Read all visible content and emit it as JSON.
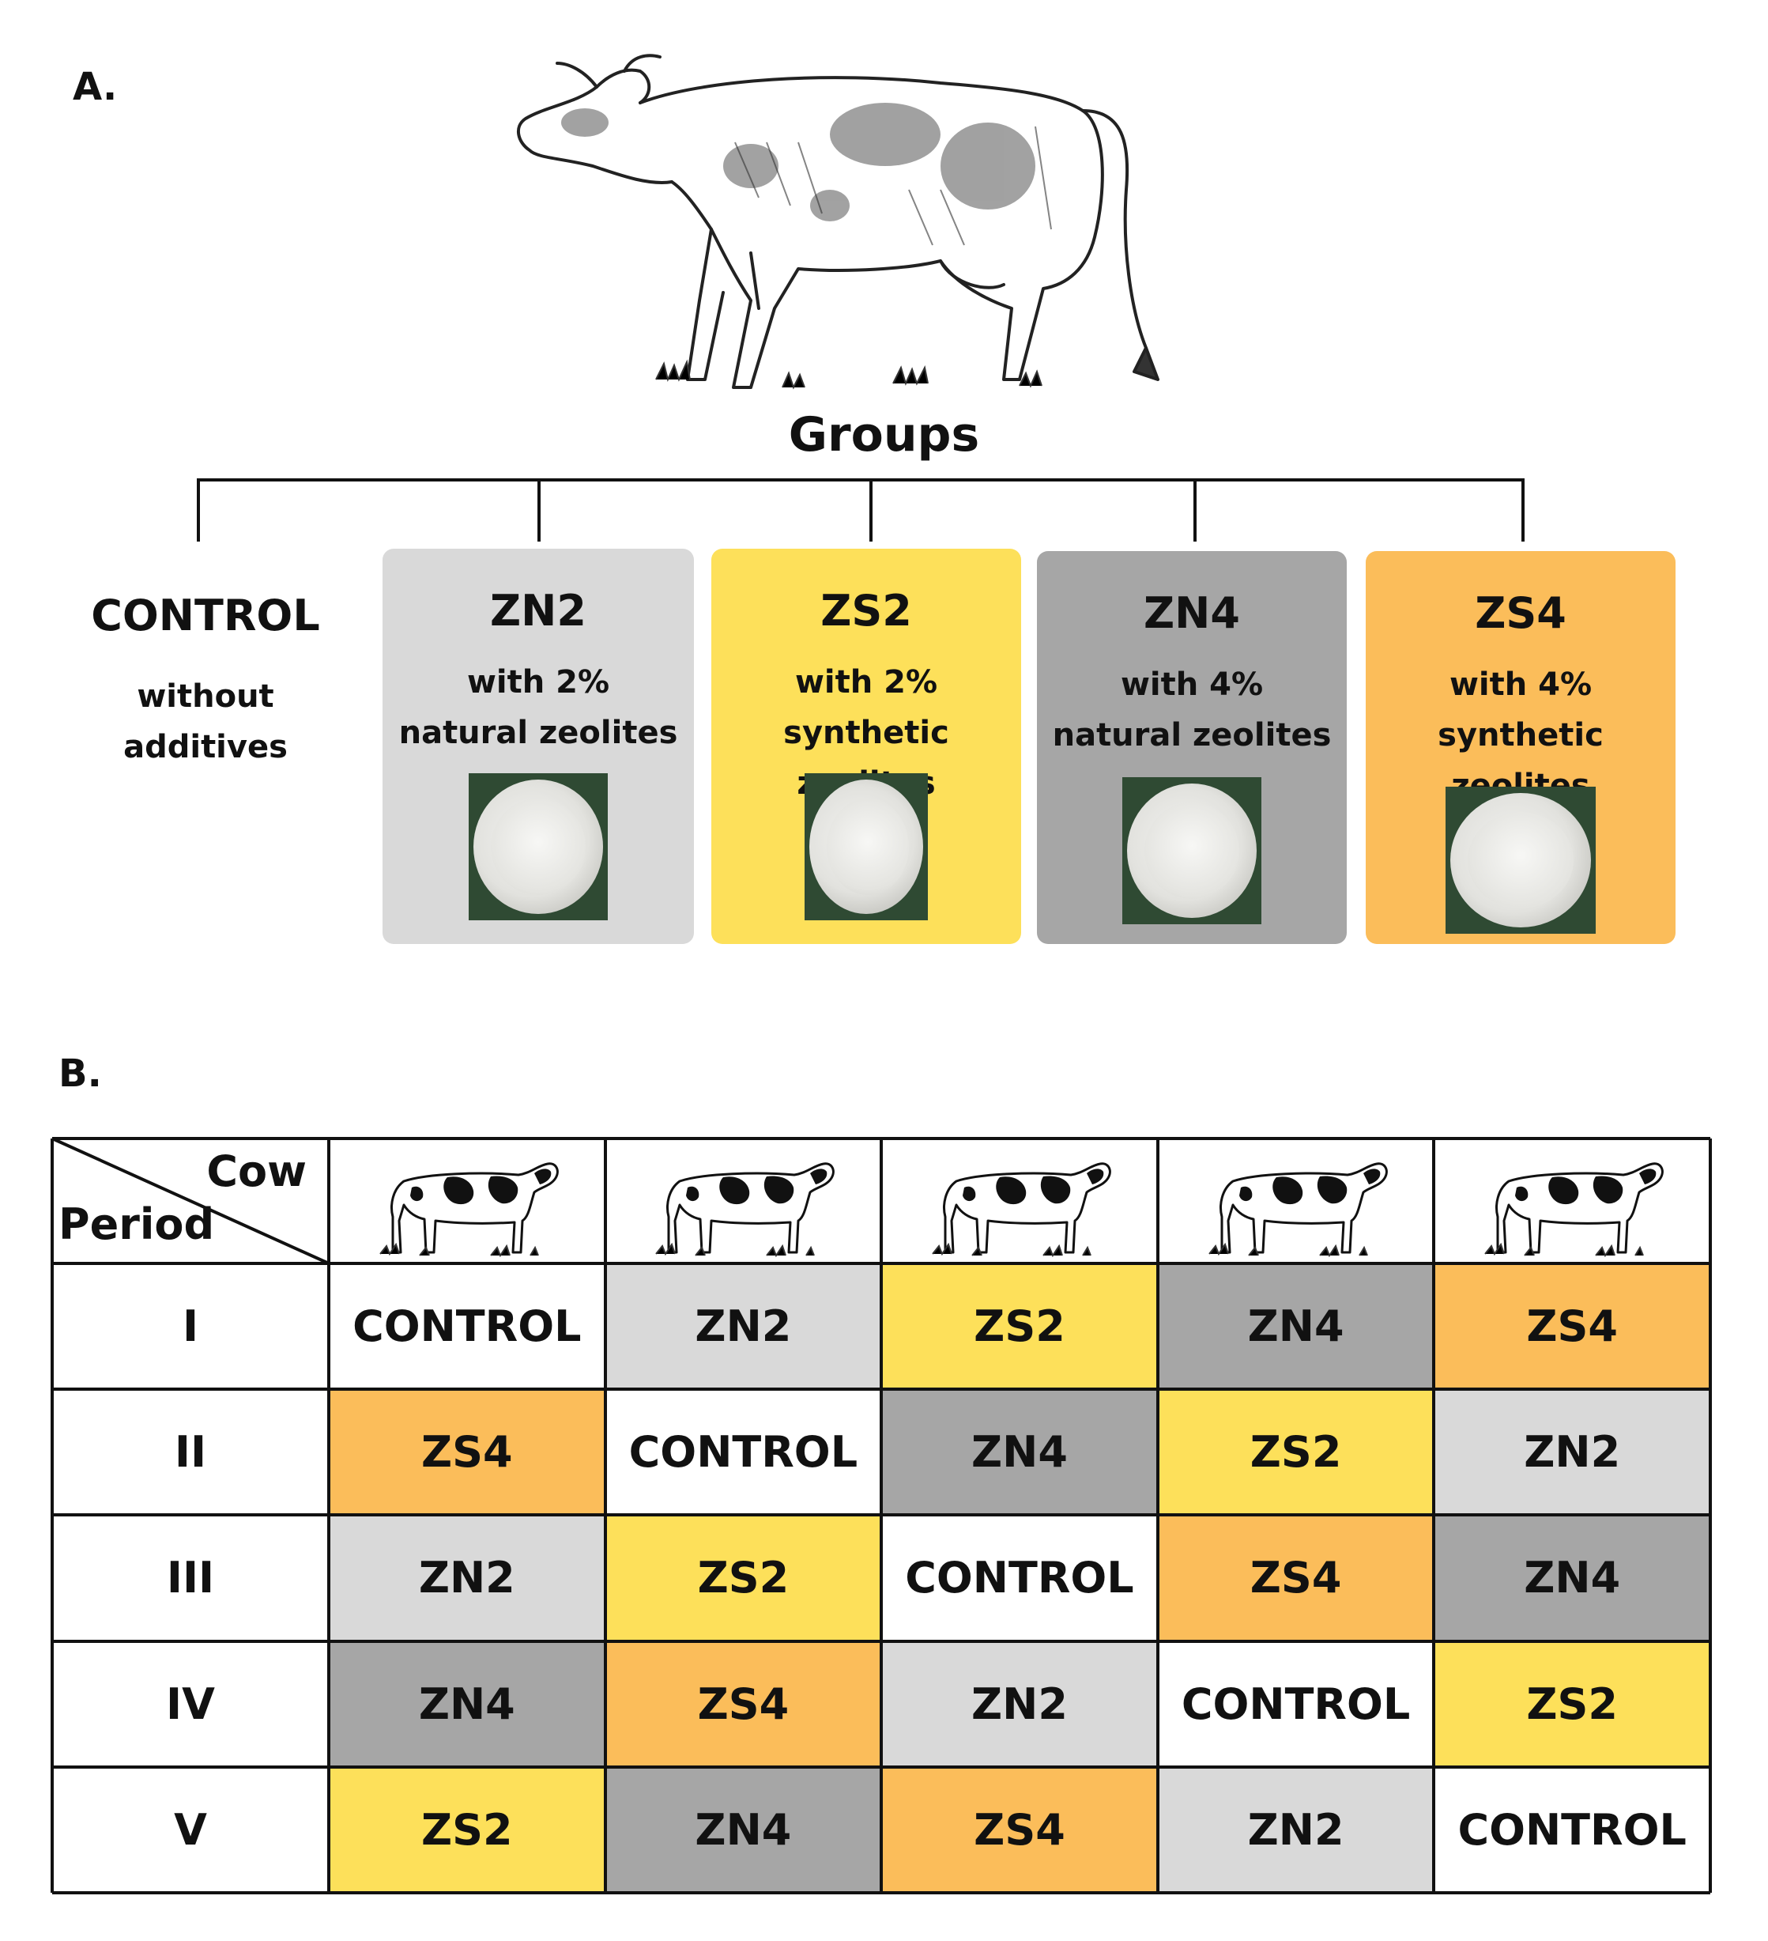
{
  "panel_a": {
    "label": "A.",
    "groups_title": "Groups",
    "groups": [
      {
        "code": "CONTROL",
        "desc": "without additives",
        "color": "#ffffff",
        "has_sample": false
      },
      {
        "code": "ZN2",
        "desc": "with 2%\nnatural zeolites",
        "color": "#d9d9d9",
        "has_sample": true
      },
      {
        "code": "ZS2",
        "desc": "with 2%  synthetic\nzeolites",
        "color": "#fde05a",
        "has_sample": true
      },
      {
        "code": "ZN4",
        "desc": "with 4%\nnatural zeolites",
        "color": "#a6a6a6",
        "has_sample": true
      },
      {
        "code": "ZS4",
        "desc": "with 4%  synthetic\nzeolites",
        "color": "#fbbd5a",
        "has_sample": true
      }
    ]
  },
  "panel_b": {
    "label": "B.",
    "corner": {
      "col_label": "Cow",
      "row_label": "Period"
    },
    "periods": [
      "I",
      "II",
      "III",
      "IV",
      "V"
    ],
    "cow_count": 5,
    "colors": {
      "CONTROL": "#ffffff",
      "ZN2": "#d9d9d9",
      "ZS2": "#fde05a",
      "ZN4": "#a6a6a6",
      "ZS4": "#fbbd5a"
    },
    "assignments": [
      [
        "CONTROL",
        "ZN2",
        "ZS2",
        "ZN4",
        "ZS4"
      ],
      [
        "ZS4",
        "CONTROL",
        "ZN4",
        "ZS2",
        "ZN2"
      ],
      [
        "ZN2",
        "ZS2",
        "CONTROL",
        "ZS4",
        "ZN4"
      ],
      [
        "ZN4",
        "ZS4",
        "ZN2",
        "CONTROL",
        "ZS2"
      ],
      [
        "ZS2",
        "ZN4",
        "ZS4",
        "ZN2",
        "CONTROL"
      ]
    ]
  }
}
